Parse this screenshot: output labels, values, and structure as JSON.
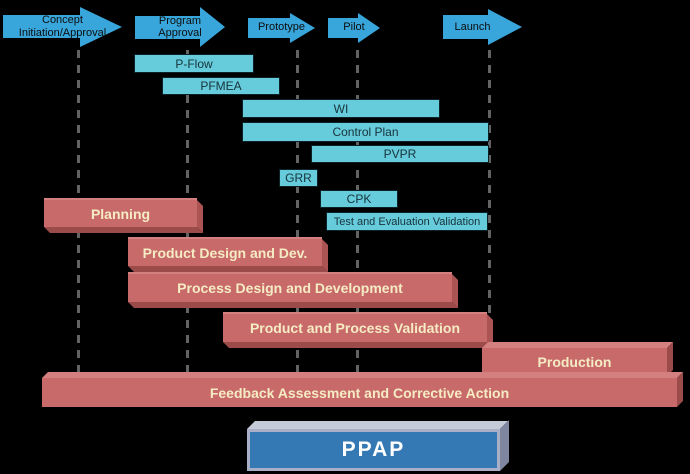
{
  "milestones": [
    {
      "line1": "Concept",
      "line2": "Initiation/Approval"
    },
    {
      "line1": "Program",
      "line2": "Approval"
    },
    {
      "line1": "Prototype"
    },
    {
      "line1": "Pilot"
    },
    {
      "line1": "Launch"
    }
  ],
  "tools": [
    "P-Flow",
    "PFMEA",
    "WI",
    "Control Plan",
    "PVPR",
    "GRR",
    "CPK",
    "Test and Evaluation Validation"
  ],
  "phases": [
    "Planning",
    "Product Design and Dev.",
    "Process Design and Development",
    "Product and Process Validation",
    "Production",
    "Feedback Assessment and Corrective Action"
  ],
  "ppap_label": "PPAP",
  "colors": {
    "background": "#000000",
    "arrow_blue": "#39A6DB",
    "tool_cyan": "#66CBDB",
    "tool_text": "#16333A",
    "phase_red": "#C86A6A",
    "phase_red_dark": "#9C4B4B",
    "phase_red_light": "#D58080",
    "phase_text": "#F5ECC4",
    "ppap_blue": "#3478B4",
    "ppap_frame": "#A8AFC6",
    "dash_gray": "#636363"
  }
}
